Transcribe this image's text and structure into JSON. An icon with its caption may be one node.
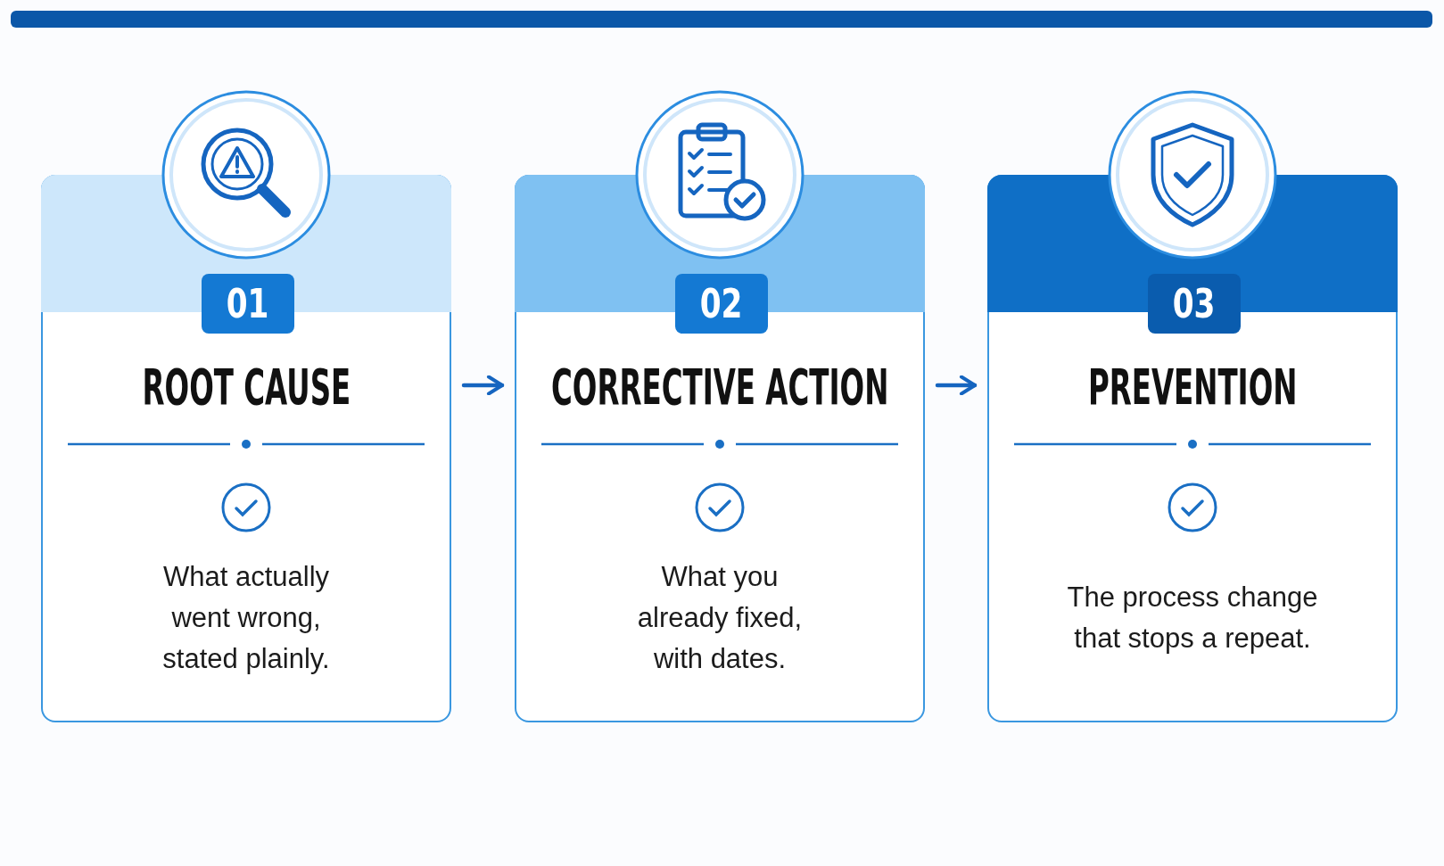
{
  "diagram": {
    "nodes": [
      {
        "text": [],
        "shape": "bar"
      },
      {
        "text": [
          "01",
          "ROOT CAUSE",
          "What actually went wrong, stated plainly."
        ]
      },
      {
        "text": [
          "02",
          "CORRECTIVE ACTION",
          "What you already fixed, with dates."
        ]
      },
      {
        "text": [
          "03",
          "PREVENTION",
          "The process change that stops a repeat."
        ]
      }
    ],
    "edges": [
      {
        "from": 1,
        "to": 2,
        "arrow": "to"
      },
      {
        "from": 2,
        "to": 3,
        "arrow": "to"
      }
    ]
  }
}
